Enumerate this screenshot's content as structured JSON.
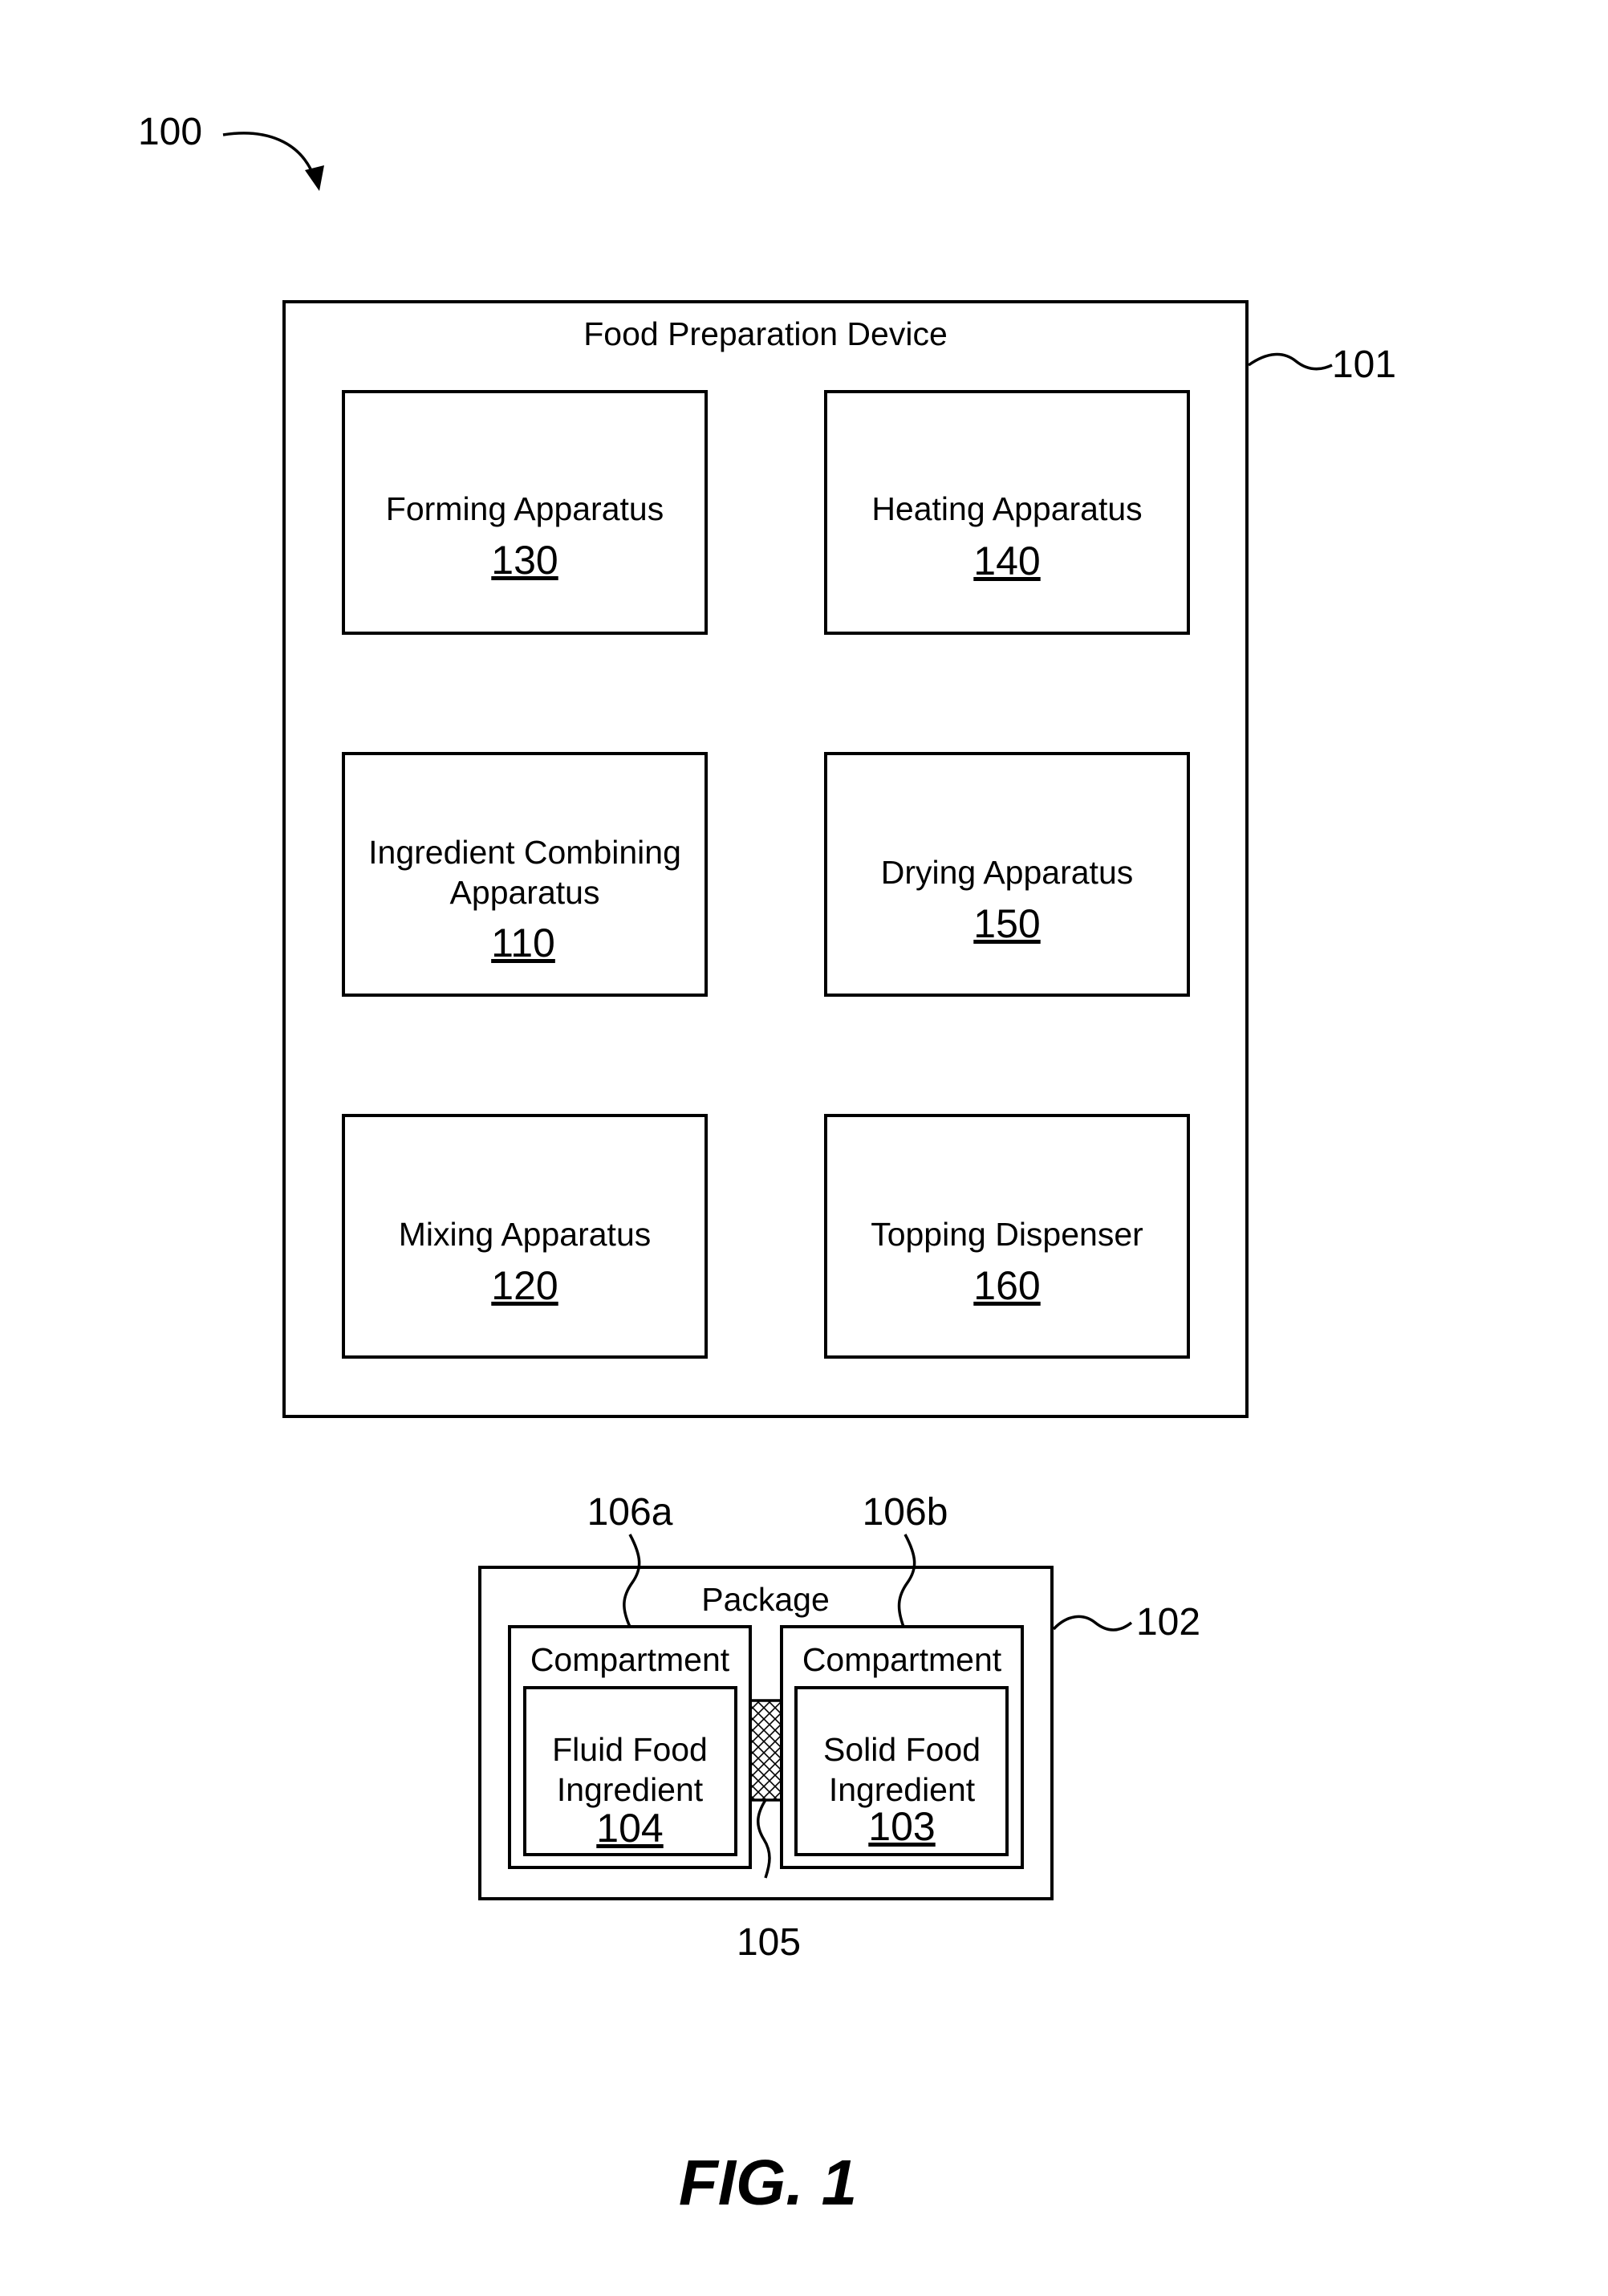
{
  "figure_ref": "100",
  "device": {
    "ref": "101",
    "title": "Food Preparation Device",
    "apparatus": [
      {
        "label": "Forming Apparatus",
        "number": "130"
      },
      {
        "label": "Heating Apparatus",
        "number": "140"
      },
      {
        "label_line1": "Ingredient Combining",
        "label_line2": "Apparatus",
        "number": "110"
      },
      {
        "label": "Drying Apparatus",
        "number": "150"
      },
      {
        "label": "Mixing Apparatus",
        "number": "120"
      },
      {
        "label": "Topping Dispenser",
        "number": "160"
      }
    ]
  },
  "package": {
    "ref": "102",
    "title": "Package",
    "compartment_a": {
      "ref": "106a",
      "title": "Compartment",
      "ingredient_line1": "Fluid Food",
      "ingredient_line2": "Ingredient",
      "ingredient_number": "104"
    },
    "compartment_b": {
      "ref": "106b",
      "title": "Compartment",
      "ingredient_line1": "Solid Food",
      "ingredient_line2": "Ingredient",
      "ingredient_number": "103"
    },
    "seal_ref": "105"
  },
  "figure_label": "FIG. 1"
}
